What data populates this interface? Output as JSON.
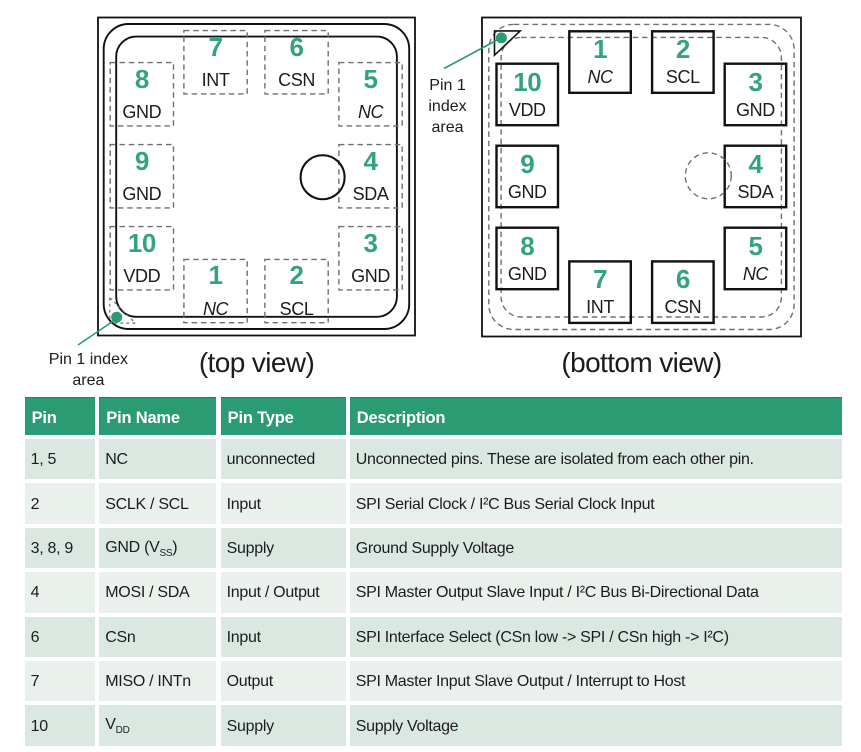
{
  "colors": {
    "accent_green": "#2b9b73",
    "diagram_green": "#32a381",
    "dash_gray": "#707070",
    "line_black": "#111111",
    "row_odd_bg": "#dbe8e1",
    "row_even_bg": "#eaf1ed",
    "header_text": "#ffffff",
    "body_text": "#1c1c1c"
  },
  "top_view": {
    "caption": "(top view)",
    "index_label_lines": [
      "Pin 1 index",
      "area"
    ],
    "pins": [
      {
        "num": "7",
        "name": "INT",
        "slot": "top-0",
        "italic": false
      },
      {
        "num": "6",
        "name": "CSN",
        "slot": "top-1",
        "italic": false
      },
      {
        "num": "8",
        "name": "GND",
        "slot": "left-0",
        "italic": false
      },
      {
        "num": "9",
        "name": "GND",
        "slot": "left-1",
        "italic": false
      },
      {
        "num": "10",
        "name": "VDD",
        "slot": "left-2",
        "italic": false
      },
      {
        "num": "5",
        "name": "NC",
        "slot": "right-0",
        "italic": true
      },
      {
        "num": "4",
        "name": "SDA",
        "slot": "right-1",
        "italic": false
      },
      {
        "num": "3",
        "name": "GND",
        "slot": "right-2",
        "italic": false
      },
      {
        "num": "1",
        "name": "NC",
        "slot": "bottom-0",
        "italic": true
      },
      {
        "num": "2",
        "name": "SCL",
        "slot": "bottom-1",
        "italic": false
      }
    ]
  },
  "bottom_view": {
    "caption": "(bottom view)",
    "index_label_lines": [
      "Pin 1",
      "index",
      "area"
    ],
    "pins": [
      {
        "num": "1",
        "name": "NC",
        "slot": "top-0",
        "italic": true
      },
      {
        "num": "2",
        "name": "SCL",
        "slot": "top-1",
        "italic": false
      },
      {
        "num": "10",
        "name": "VDD",
        "slot": "left-0",
        "italic": false
      },
      {
        "num": "9",
        "name": "GND",
        "slot": "left-1",
        "italic": false
      },
      {
        "num": "8",
        "name": "GND",
        "slot": "left-2",
        "italic": false
      },
      {
        "num": "3",
        "name": "GND",
        "slot": "right-0",
        "italic": false
      },
      {
        "num": "4",
        "name": "SDA",
        "slot": "right-1",
        "italic": false
      },
      {
        "num": "5",
        "name": "NC",
        "slot": "right-2",
        "italic": true
      },
      {
        "num": "7",
        "name": "INT",
        "slot": "bottom-0",
        "italic": false
      },
      {
        "num": "6",
        "name": "CSN",
        "slot": "bottom-1",
        "italic": false
      }
    ]
  },
  "table": {
    "headers": [
      "Pin",
      "Pin Name",
      "Pin Type",
      "Description"
    ],
    "rows": [
      {
        "pin": "1, 5",
        "name_parts": [
          {
            "text": "NC"
          }
        ],
        "type": "unconnected",
        "desc": "Unconnected pins. These are isolated from each other pin."
      },
      {
        "pin": "2",
        "name_parts": [
          {
            "text": "SCLK / SCL"
          }
        ],
        "type": "Input",
        "desc": "SPI Serial Clock / I²C Bus Serial Clock Input"
      },
      {
        "pin": "3, 8, 9",
        "name_parts": [
          {
            "text": "GND (V"
          },
          {
            "text": "SS",
            "style": "sub"
          },
          {
            "text": ")"
          }
        ],
        "type": "Supply",
        "desc": "Ground Supply Voltage"
      },
      {
        "pin": "4",
        "name_parts": [
          {
            "text": "MOSI / SDA"
          }
        ],
        "type": "Input / Output",
        "desc": "SPI Master Output Slave Input / I²C Bus Bi-Directional Data"
      },
      {
        "pin": "6",
        "name_parts": [
          {
            "text": "CSn"
          }
        ],
        "type": "Input",
        "desc": "SPI Interface Select (CSn low -> SPI / CSn high -> I²C)"
      },
      {
        "pin": "7",
        "name_parts": [
          {
            "text": "MISO / INTn"
          }
        ],
        "type": "Output",
        "desc": "SPI Master Input Slave Output / Interrupt to Host"
      },
      {
        "pin": "10",
        "name_parts": [
          {
            "text": "V"
          },
          {
            "text": "DD",
            "style": "sub"
          }
        ],
        "type": "Supply",
        "desc": "Supply Voltage"
      }
    ]
  }
}
